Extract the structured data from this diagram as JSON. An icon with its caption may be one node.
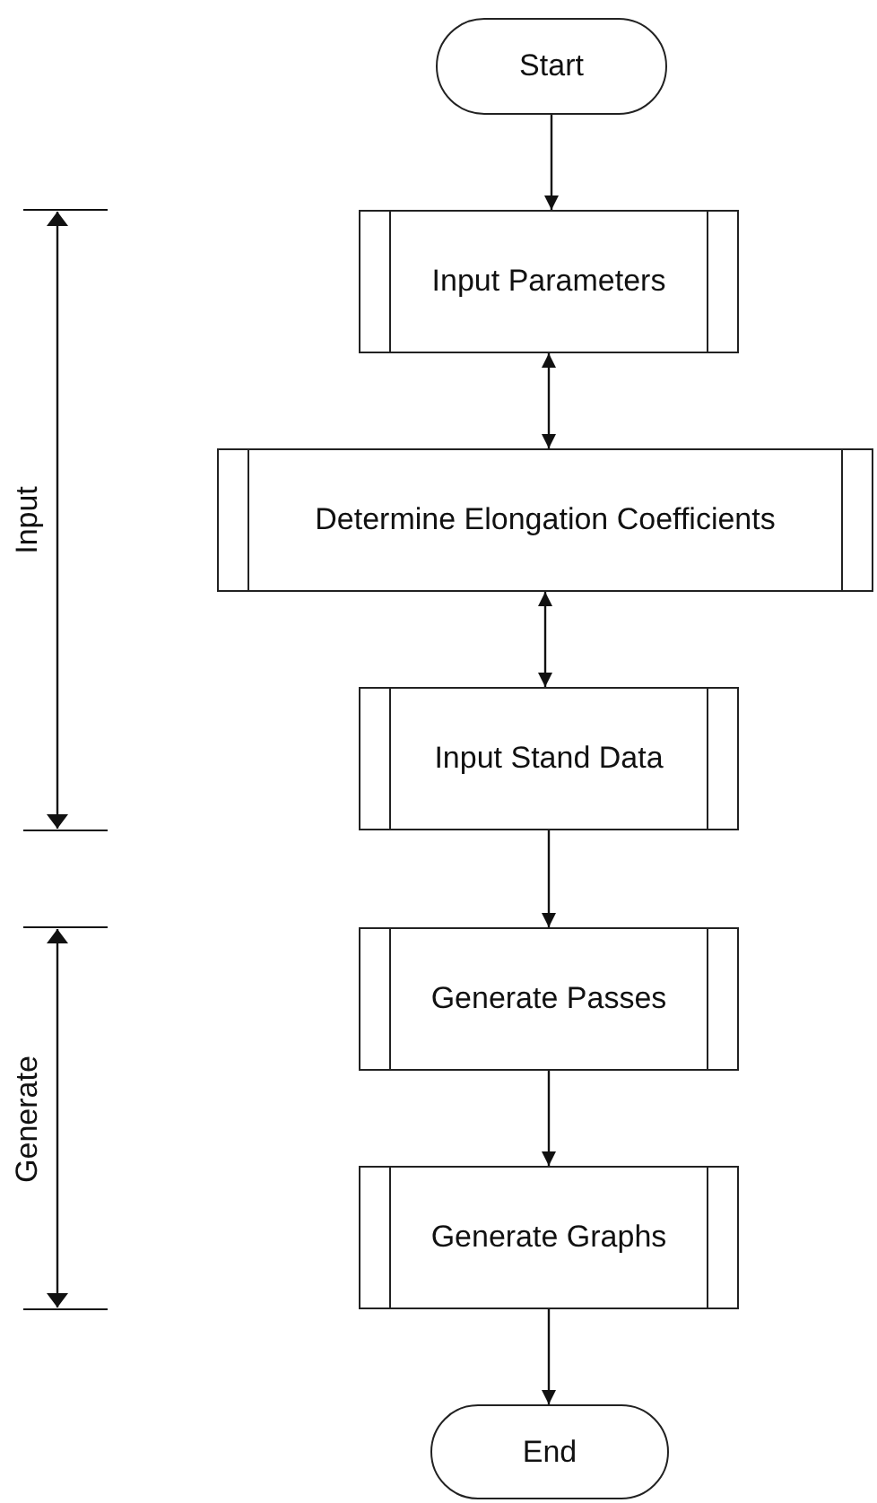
{
  "diagram": {
    "nodes": [
      {
        "text": [
          "Start"
        ]
      },
      {
        "text": [
          "Input Parameters"
        ]
      },
      {
        "text": [
          "Determine Elongation Coefficients"
        ]
      },
      {
        "text": [
          "Input Stand Data"
        ]
      },
      {
        "text": [
          "Generate Passes"
        ]
      },
      {
        "text": [
          "Generate Graphs"
        ]
      },
      {
        "text": [
          "End"
        ]
      }
    ],
    "edges": [
      {
        "from": 0,
        "to": 1,
        "arrow": "to"
      },
      {
        "from": 1,
        "to": 2,
        "arrow": "both"
      },
      {
        "from": 2,
        "to": 3,
        "arrow": "both"
      },
      {
        "from": 3,
        "to": 4,
        "arrow": "to"
      },
      {
        "from": 4,
        "to": 5,
        "arrow": "to"
      },
      {
        "from": 5,
        "to": 6,
        "arrow": "to"
      }
    ],
    "labels": [
      "Input",
      "Generate"
    ]
  }
}
